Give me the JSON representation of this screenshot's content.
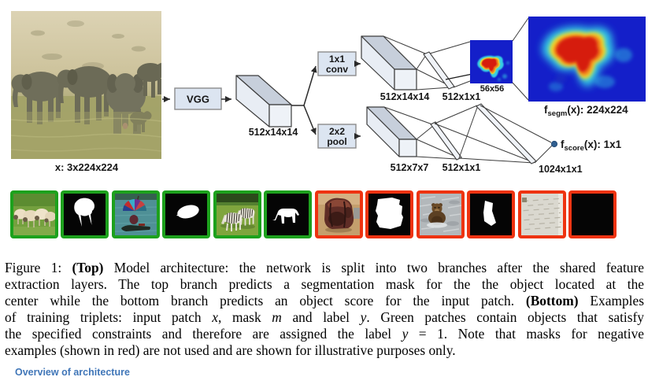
{
  "figure": {
    "architecture": {
      "input_label": "x: 3x224x224",
      "vgg": "VGG",
      "shared_feature": "512x14x14",
      "conv_line1": "1x1",
      "conv_line2": "conv",
      "pool_line1": "2x2",
      "pool_line2": "pool",
      "seg_feature": "512x14x14",
      "seg_fc": "512x1x1",
      "seg_small_out": "56x56",
      "seg_out_f": "f",
      "seg_out_sub": "segm",
      "seg_out_rest": "(x): 224x224",
      "score_feature": "512x7x7",
      "score_fc1": "512x1x1",
      "score_fc2": "1024x1x1",
      "score_out_f": "f",
      "score_out_sub": "score",
      "score_out_rest": "(x): 1x1",
      "heatmap_bg_color": "#141fc9",
      "box_fill_color": "#dce5f1"
    },
    "examples": {
      "positive_border_color": "#1da11d",
      "negative_border_color": "#ee3310",
      "items": [
        {
          "subject": "sheep",
          "polarity": "positive"
        },
        {
          "subject": "umbrella-boat",
          "polarity": "positive"
        },
        {
          "subject": "zebras",
          "polarity": "positive"
        },
        {
          "subject": "backpack",
          "polarity": "negative"
        },
        {
          "subject": "bear",
          "polarity": "negative"
        },
        {
          "subject": "pavement-texture",
          "polarity": "negative"
        }
      ]
    },
    "caption_lines": [
      [
        {
          "t": "Figure 1: "
        },
        {
          "t": "(Top)",
          "b": true
        },
        {
          "t": " Model architecture: the network is split into two branches after the shared feature"
        }
      ],
      [
        {
          "t": "extraction layers. The top branch predicts a segmentation mask for the the object located at the"
        }
      ],
      [
        {
          "t": "center while the bottom branch predicts an object score for the input patch. "
        },
        {
          "t": "(Bottom)",
          "b": true
        },
        {
          "t": " Examples"
        }
      ],
      [
        {
          "t": "of training triplets: input patch "
        },
        {
          "t": "x",
          "i": true
        },
        {
          "t": ", mask "
        },
        {
          "t": "m",
          "i": true
        },
        {
          "t": " and label "
        },
        {
          "t": "y",
          "i": true
        },
        {
          "t": ". Green patches contain objects that satisfy"
        }
      ],
      [
        {
          "t": "the specified constraints and therefore are assigned the label "
        },
        {
          "t": "y",
          "i": true
        },
        {
          "t": " = 1. Note that masks for negative"
        }
      ],
      [
        {
          "t": "examples (shown in red) are not used and are shown for illustrative purposes only."
        }
      ]
    ],
    "footer_link": "Overview of architecture"
  }
}
